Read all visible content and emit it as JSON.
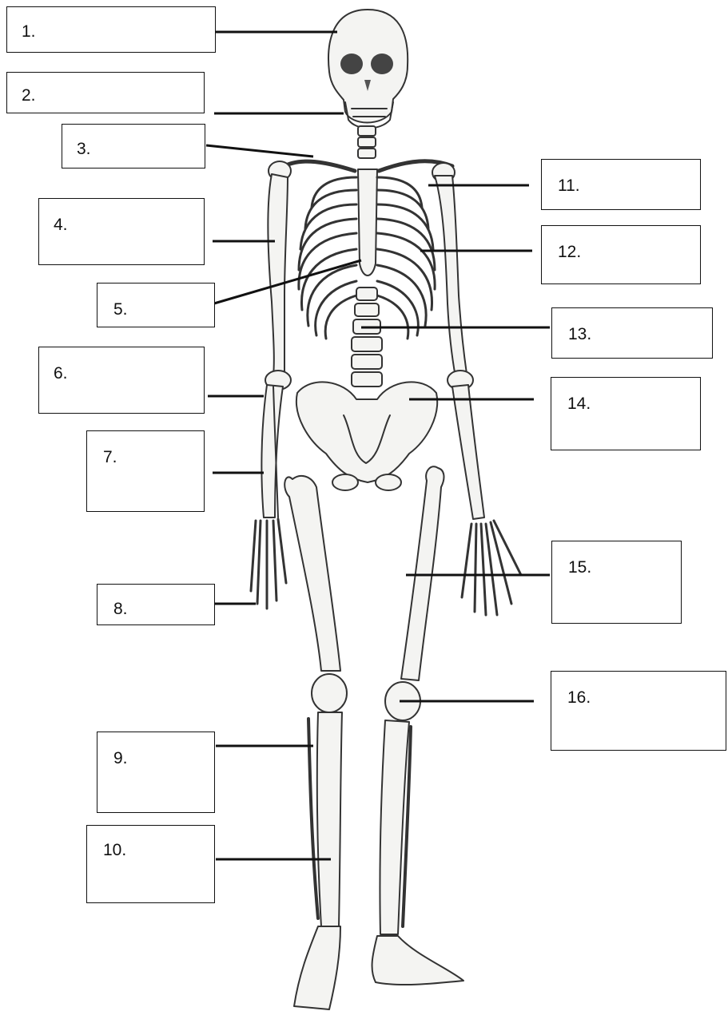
{
  "diagram": {
    "labels": [
      {
        "id": "1",
        "text": "1."
      },
      {
        "id": "2",
        "text": "2."
      },
      {
        "id": "3",
        "text": "3."
      },
      {
        "id": "4",
        "text": "4."
      },
      {
        "id": "5",
        "text": "5."
      },
      {
        "id": "6",
        "text": "6."
      },
      {
        "id": "7",
        "text": "7."
      },
      {
        "id": "8",
        "text": "8."
      },
      {
        "id": "9",
        "text": "9."
      },
      {
        "id": "10",
        "text": "10."
      },
      {
        "id": "11",
        "text": "11."
      },
      {
        "id": "12",
        "text": "12."
      },
      {
        "id": "13",
        "text": "13."
      },
      {
        "id": "14",
        "text": "14."
      },
      {
        "id": "15",
        "text": "15."
      },
      {
        "id": "16",
        "text": "16."
      }
    ],
    "colors": {
      "ink": "#111111",
      "bone": "#f4f4f2",
      "background": "#ffffff"
    }
  }
}
